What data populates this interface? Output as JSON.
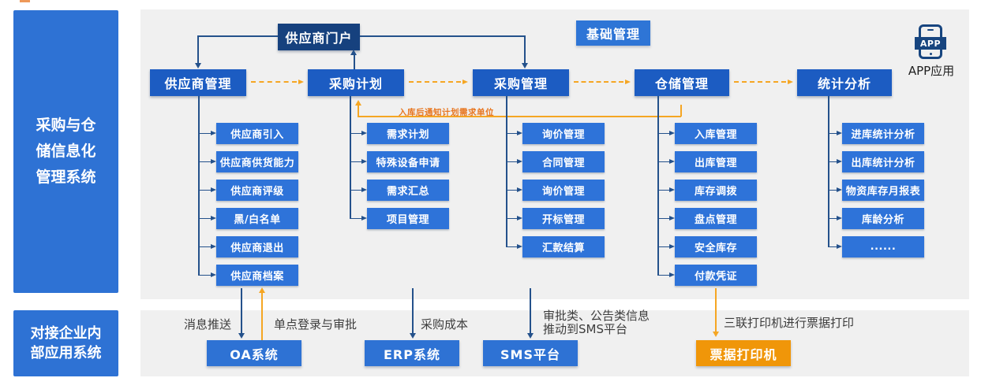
{
  "sidebar": {
    "top": "采购与仓\n储信息化\n管理系统",
    "bottom": "对接企业内\n部应用系统"
  },
  "portal": {
    "label": "供应商门户"
  },
  "base_management": {
    "label": "基础管理"
  },
  "app": {
    "badge": "APP",
    "label": "APP应用"
  },
  "columns": [
    {
      "title": "供应商管理",
      "items": [
        "供应商引入",
        "供应商供货能力",
        "供应商评级",
        "黑/白名单",
        "供应商退出",
        "供应商档案"
      ]
    },
    {
      "title": "采购计划",
      "items": [
        "需求计划",
        "特殊设备申请",
        "需求汇总",
        "项目管理"
      ]
    },
    {
      "title": "采购管理",
      "items": [
        "询价管理",
        "合同管理",
        "询价管理",
        "开标管理",
        "汇款结算"
      ]
    },
    {
      "title": "仓储管理",
      "items": [
        "入库管理",
        "出库管理",
        "库存调拨",
        "盘点管理",
        "安全库存",
        "付款凭证"
      ]
    },
    {
      "title": "统计分析",
      "items": [
        "进库统计分析",
        "出库统计分析",
        "物资库存月报表",
        "库龄分析",
        "......"
      ]
    }
  ],
  "feedback_note": "入库后通知计划需求单位",
  "integrations": {
    "oa": {
      "label": "OA系统",
      "note_left": "消息推送",
      "note_right": "单点登录与审批"
    },
    "erp": {
      "label": "ERP系统",
      "note": "采购成本"
    },
    "sms": {
      "label": "SMS平台",
      "note": "审批类、公告类信息\n推动到SMS平台"
    },
    "printer": {
      "label": "票据打印机",
      "note": "三联打印机进行票据打印"
    }
  },
  "colors": {
    "sidebar_blue": "#2e72d4",
    "main_box_blue": "#1c5cc2",
    "sub_box_blue": "#2e73d9",
    "portal_navy": "#16417e",
    "panel_gray": "#f0f0f0",
    "flow_orange": "#f5a623",
    "printer_orange": "#f09609",
    "note_orange": "#e87722",
    "line_blue": "#24518b"
  }
}
